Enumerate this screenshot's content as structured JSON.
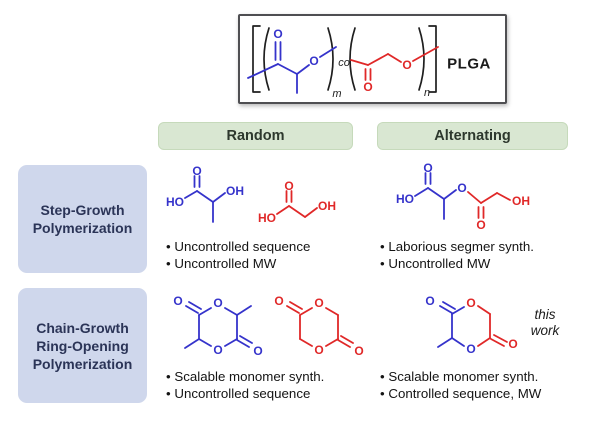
{
  "formula_box": {
    "plga": "PLGA",
    "co": "co",
    "m": "m",
    "n": "n"
  },
  "headers": {
    "random": "Random",
    "alternating": "Alternating"
  },
  "row_labels": {
    "step": {
      "l1": "Step-Growth",
      "l2": "Polymerization"
    },
    "chain": {
      "l1": "Chain-Growth",
      "l2": "Ring-Opening",
      "l3": "Polymerization"
    }
  },
  "atoms": {
    "o": "O",
    "ho": "HO",
    "oh": "OH"
  },
  "cells": {
    "random_step": {
      "b1": "• Uncontrolled sequence",
      "b2": "• Uncontrolled MW"
    },
    "alternating_step": {
      "b1": "• Laborious segmer synth.",
      "b2": "• Uncontrolled MW"
    },
    "random_chain": {
      "b1": "• Scalable monomer synth.",
      "b2": "• Uncontrolled sequence"
    },
    "alternating_chain": {
      "b1": "• Scalable monomer synth.",
      "b2": "• Controlled sequence, MW",
      "note1": "this",
      "note2": "work"
    }
  },
  "structure_names": [
    "plga-repeat-unit",
    "lactic-acid",
    "glycolic-acid",
    "lactic-glycolic-segmer",
    "lactide",
    "glycolide",
    "methylglycolide"
  ],
  "colors": {
    "lactic_unit_blue": "#3533cb",
    "glycolic_unit_red": "#e02828",
    "header_green_bg": "#d9e7d2",
    "row_label_blue_bg": "#cfd7ec",
    "row_label_text": "#2b3457",
    "bullet_text": "#141414"
  }
}
